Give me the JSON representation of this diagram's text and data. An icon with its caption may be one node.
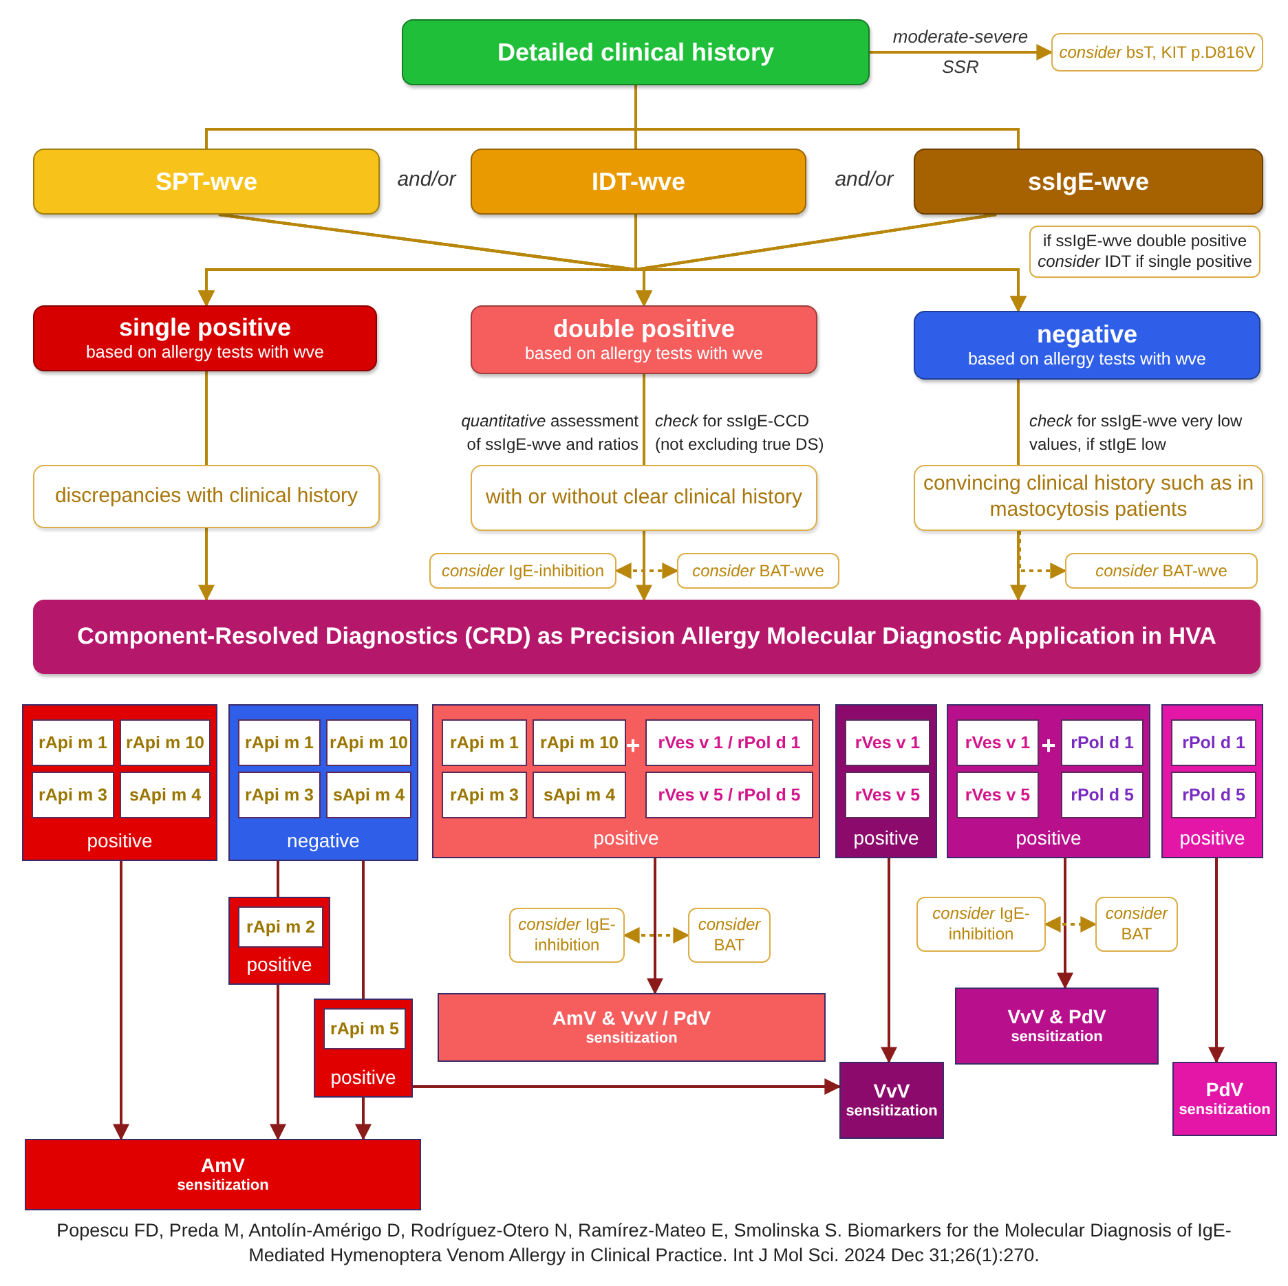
{
  "diagram": {
    "caption": "Popescu FD, Preda M, Antolín-Amérigo D, Rodríguez-Otero N, Ramírez-Mateo E, Smolinska S. Biomarkers for the Molecular Diagnosis of IgE-Mediated Hymenoptera Venom Allergy in Clinical Practice. Int J Mol Sci. 2024 Dec 31;26(1):270.",
    "nodes": [
      {
        "text": [
          "Detailed clinical history"
        ]
      },
      {
        "text": [
          "*consider* bsT, KIT p.D816V"
        ]
      },
      {
        "text": [
          "SPT-wve"
        ]
      },
      {
        "text": [
          "IDT-wve"
        ]
      },
      {
        "text": [
          "ssIgE-wve"
        ]
      },
      {
        "text": [
          "if ssIgE-wve double positive *consider* IDT if single positive"
        ]
      },
      {
        "text": [
          "single positive",
          "based on allergy tests with wve"
        ]
      },
      {
        "text": [
          "double positive",
          "based on allergy tests with wve"
        ]
      },
      {
        "text": [
          "negative",
          "based on allergy tests with wve"
        ]
      },
      {
        "text": [
          "discrepancies with clinical history"
        ]
      },
      {
        "text": [
          "with or without clear clinical history"
        ]
      },
      {
        "text": [
          "convincing clinical history such as in mastocytosis patients"
        ]
      },
      {
        "text": [
          "*consider* IgE-inhibition"
        ]
      },
      {
        "text": [
          "*consider* BAT-wve"
        ]
      },
      {
        "text": [
          "*consider* BAT-wve"
        ]
      },
      {
        "text": [
          "Component-Resolved Diagnostics (CRD) as Precision Allergy Molecular Diagnostic Application in HVA"
        ]
      },
      {
        "text": [
          "positive"
        ]
      },
      {
        "text": [
          "rApi m 1"
        ],
        "in": 16
      },
      {
        "text": [
          "rApi m 10"
        ],
        "in": 16
      },
      {
        "text": [
          "rApi m 3"
        ],
        "in": 16
      },
      {
        "text": [
          "sApi m 4"
        ],
        "in": 16
      },
      {
        "text": [
          "negative"
        ]
      },
      {
        "text": [
          "rApi m 1"
        ],
        "in": 21
      },
      {
        "text": [
          "rApi m 10"
        ],
        "in": 21
      },
      {
        "text": [
          "rApi m 3"
        ],
        "in": 21
      },
      {
        "text": [
          "sApi m 4"
        ],
        "in": 21
      },
      {
        "text": [
          "positive"
        ]
      },
      {
        "text": [
          "rApi m 1"
        ],
        "in": 26
      },
      {
        "text": [
          "rApi m 10"
        ],
        "in": 26
      },
      {
        "text": [
          "rApi m 3"
        ],
        "in": 26
      },
      {
        "text": [
          "sApi m 4"
        ],
        "in": 26
      },
      {
        "text": [
          "rVes v 1 / rPol d 1"
        ],
        "in": 26
      },
      {
        "text": [
          "rVes v 5 / rPol d 5"
        ],
        "in": 26
      },
      {
        "text": [
          "positive"
        ]
      },
      {
        "text": [
          "rVes v 1"
        ],
        "in": 33
      },
      {
        "text": [
          "rVes v 5"
        ],
        "in": 33
      },
      {
        "text": [
          "positive"
        ]
      },
      {
        "text": [
          "rVes v 1"
        ],
        "in": 36
      },
      {
        "text": [
          "rVes v 5"
        ],
        "in": 36
      },
      {
        "text": [
          "rPol d 1"
        ],
        "in": 36
      },
      {
        "text": [
          "rPol d 5"
        ],
        "in": 36
      },
      {
        "text": [
          "positive"
        ]
      },
      {
        "text": [
          "rPol d 1"
        ],
        "in": 41
      },
      {
        "text": [
          "rPol d 5"
        ],
        "in": 41
      },
      {
        "text": [
          "positive"
        ]
      },
      {
        "text": [
          "rApi m 2"
        ],
        "in": 44
      },
      {
        "text": [
          "positive"
        ]
      },
      {
        "text": [
          "rApi m 5"
        ],
        "in": 46
      },
      {
        "text": [
          "*consider* IgE-inhibition"
        ]
      },
      {
        "text": [
          "*consider* BAT"
        ]
      },
      {
        "text": [
          "*consider* IgE-inhibition"
        ]
      },
      {
        "text": [
          "*consider* BAT"
        ]
      },
      {
        "text": [
          "AmV & VvV / PdV",
          "sensitization"
        ]
      },
      {
        "text": [
          "VvV & PdV",
          "sensitization"
        ]
      },
      {
        "text": [
          "VvV",
          "sensitization"
        ]
      },
      {
        "text": [
          "PdV",
          "sensitization"
        ]
      },
      {
        "text": [
          "AmV",
          "sensitization"
        ]
      }
    ],
    "edges": [
      {
        "from": 0,
        "to": 1,
        "arrow": "to",
        "label": "moderate-severe SSR"
      },
      {
        "from": 0,
        "to": 2,
        "arrow": "none"
      },
      {
        "from": 0,
        "to": 3,
        "arrow": "none"
      },
      {
        "from": 0,
        "to": 4,
        "arrow": "none"
      },
      {
        "from": 2,
        "to": 6,
        "arrow": "to"
      },
      {
        "from": 2,
        "to": 7,
        "arrow": "to"
      },
      {
        "from": 2,
        "to": 8,
        "arrow": "to"
      },
      {
        "from": 3,
        "to": 6,
        "arrow": "to"
      },
      {
        "from": 3,
        "to": 7,
        "arrow": "to"
      },
      {
        "from": 3,
        "to": 8,
        "arrow": "to"
      },
      {
        "from": 4,
        "to": 6,
        "arrow": "to"
      },
      {
        "from": 4,
        "to": 7,
        "arrow": "to"
      },
      {
        "from": 4,
        "to": 8,
        "arrow": "to"
      },
      {
        "from": 6,
        "to": 9,
        "arrow": "none"
      },
      {
        "from": 7,
        "to": 10,
        "arrow": "none"
      },
      {
        "from": 8,
        "to": 11,
        "arrow": "none"
      },
      {
        "from": 9,
        "to": 15,
        "arrow": "to"
      },
      {
        "from": 10,
        "to": 15,
        "arrow": "to"
      },
      {
        "from": 11,
        "to": 15,
        "arrow": "to"
      },
      {
        "from": 12,
        "to": 13,
        "arrow": "both",
        "style": "dashed"
      },
      {
        "from": 11,
        "to": 14,
        "arrow": "to",
        "style": "dashed"
      },
      {
        "from": 16,
        "to": 56,
        "arrow": "to",
        "color": "#8b1a1a"
      },
      {
        "from": 21,
        "to": 44,
        "arrow": "none",
        "color": "#8b1a1a"
      },
      {
        "from": 21,
        "to": 46,
        "arrow": "none",
        "color": "#8b1a1a"
      },
      {
        "from": 44,
        "to": 56,
        "arrow": "to",
        "color": "#8b1a1a"
      },
      {
        "from": 46,
        "to": 56,
        "arrow": "to",
        "color": "#8b1a1a"
      },
      {
        "from": 46,
        "to": 54,
        "arrow": "to",
        "color": "#8b1a1a"
      },
      {
        "from": 26,
        "to": 52,
        "arrow": "to",
        "color": "#8b1a1a"
      },
      {
        "from": 48,
        "to": 49,
        "arrow": "both",
        "style": "dashed"
      },
      {
        "from": 33,
        "to": 54,
        "arrow": "to",
        "color": "#8b1a1a"
      },
      {
        "from": 36,
        "to": 53,
        "arrow": "to",
        "color": "#8b1a1a"
      },
      {
        "from": 50,
        "to": 51,
        "arrow": "both",
        "style": "dashed"
      },
      {
        "from": 41,
        "to": 55,
        "arrow": "to",
        "color": "#8b1a1a"
      }
    ],
    "labels": [
      "and/or",
      "and/or",
      "*quantitative* assessment of ssIgE-wve and ratios",
      "*check* for ssIgE-CCD (not excluding true DS)",
      "*check* for ssIgE-wve very low values, if stIgE low",
      "+",
      "+"
    ]
  }
}
